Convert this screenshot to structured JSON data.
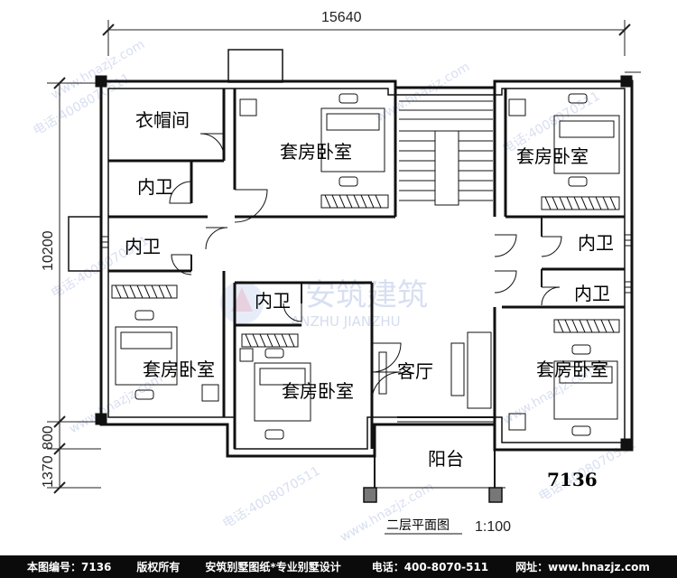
{
  "dimensions": {
    "overall_width": "15640",
    "overall_depth": "10200",
    "balcony_depth_1": "800",
    "balcony_depth_2": "1370"
  },
  "rooms": {
    "cloakroom": "衣帽间",
    "bath_top_left": "内卫",
    "bath_mid_left": "内卫",
    "bath_center": "内卫",
    "bath_right_upper": "内卫",
    "bath_right_lower": "内卫",
    "suite_top_center": "套房卧室",
    "suite_top_right": "套房卧室",
    "suite_bottom_left": "套房卧室",
    "suite_bottom_center": "套房卧室",
    "suite_bottom_right": "套房卧室",
    "living_room": "客厅",
    "balcony": "阳台"
  },
  "plan_code": "7136",
  "plan_title": "二层平面图",
  "scale": "1:100",
  "watermark": {
    "logo_cn": "安筑建筑",
    "logo_en": "ANZHU JIANZHU",
    "phone_text": "电话:4008070511",
    "site_text": "www.hnazjz.com"
  },
  "footer": {
    "plan_number": "本图编号：7136",
    "copyright": "版权所有",
    "brand": "安筑别墅图纸*专业别墅设计",
    "phone": "电话：400-8070-511",
    "website": "网址：www.hnazjz.com"
  },
  "colors": {
    "wall": "#111111",
    "watermark": "#b9c6e6",
    "footer_bg": "#0b0b0b",
    "footer_text": "#ffffff"
  }
}
